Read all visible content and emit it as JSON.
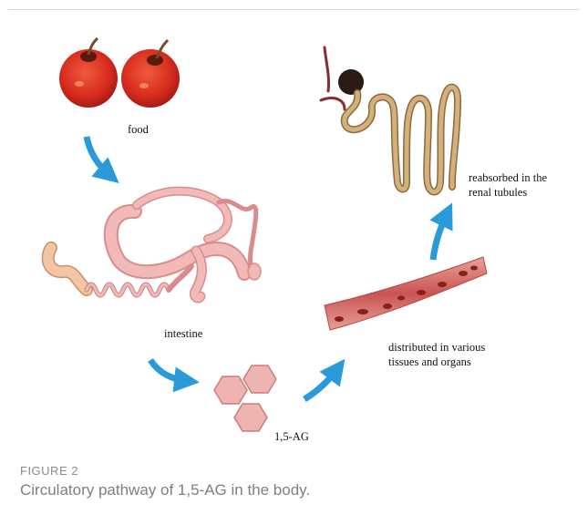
{
  "figure": {
    "number": "FIGURE 2",
    "caption": "Circulatory pathway of 1,5-AG in the body."
  },
  "diagram": {
    "labels": {
      "food": "food",
      "intestine": "intestine",
      "molecule": "1,5-AG",
      "distributed_line1": "distributed in various",
      "distributed_line2": "tissues and organs",
      "reabsorbed_line1": "reabsorbed in the",
      "reabsorbed_line2": "renal tubules"
    }
  },
  "colors": {
    "arrow": "#2a9bd8",
    "apple": "#d62b1e",
    "intestine": "#f2b9b9",
    "vessel": "#c95552",
    "hexagon": "#eeb4b1",
    "kidney_tubule": "#c9a56b"
  }
}
